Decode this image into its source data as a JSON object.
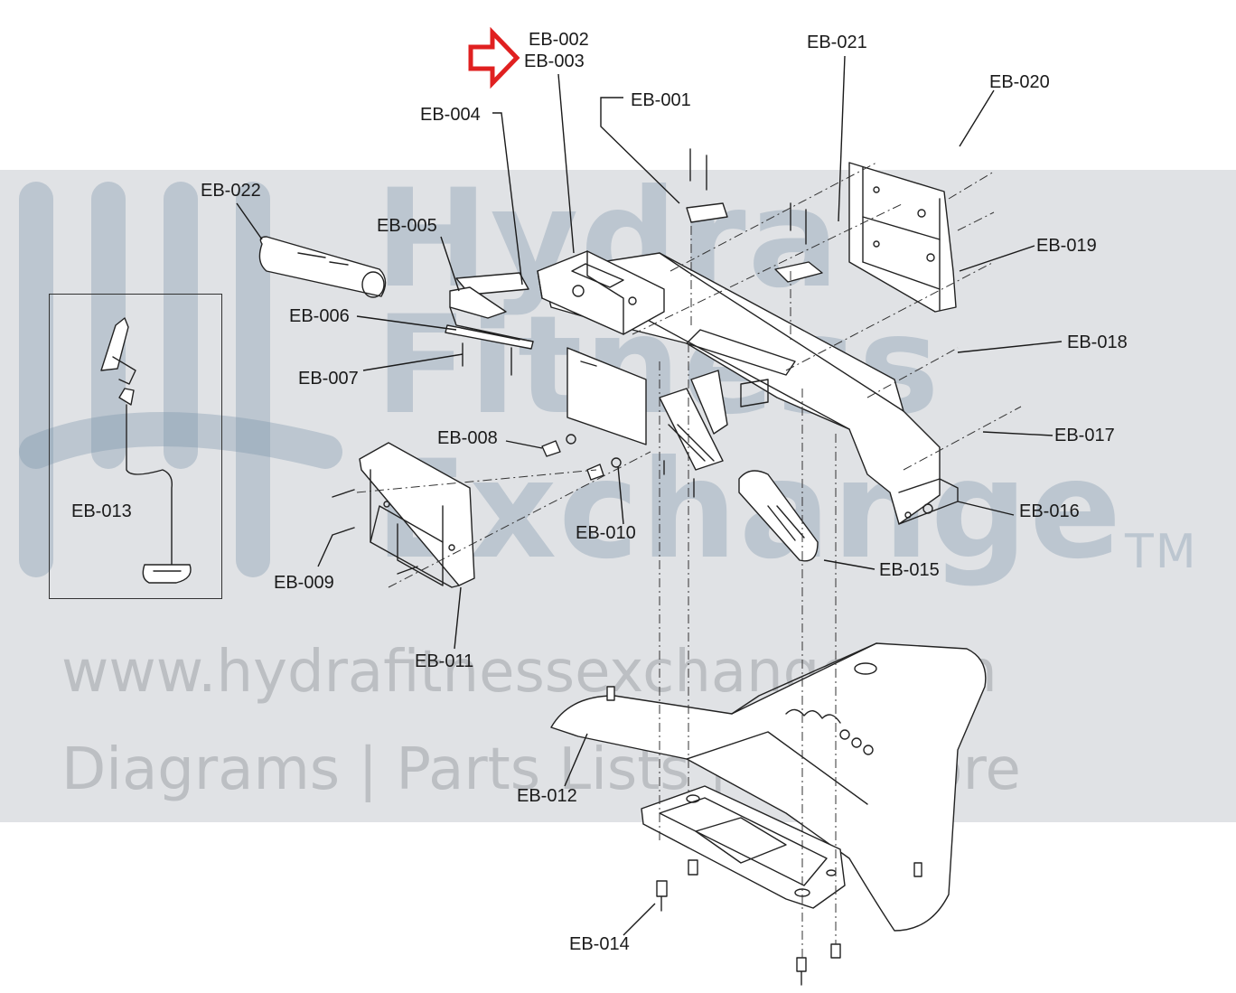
{
  "watermark": {
    "brand_line1": "Hydra",
    "brand_line2": "Fitness",
    "brand_line3": "Exchange",
    "trademark": "TM",
    "url": "www.hydrafitnessexchange.com",
    "tagline": "Diagrams | Parts Lists | And More"
  },
  "highlight_color": "#e02020",
  "labels": {
    "eb001": "EB-001",
    "eb002": "EB-002",
    "eb003": "EB-003",
    "eb004": "EB-004",
    "eb005": "EB-005",
    "eb006": "EB-006",
    "eb007": "EB-007",
    "eb008": "EB-008",
    "eb009": "EB-009",
    "eb010": "EB-010",
    "eb011": "EB-011",
    "eb012": "EB-012",
    "eb013": "EB-013",
    "eb014": "EB-014",
    "eb015": "EB-015",
    "eb016": "EB-016",
    "eb017": "EB-017",
    "eb018": "EB-018",
    "eb019": "EB-019",
    "eb020": "EB-020",
    "eb021": "EB-021",
    "eb022": "EB-022"
  }
}
